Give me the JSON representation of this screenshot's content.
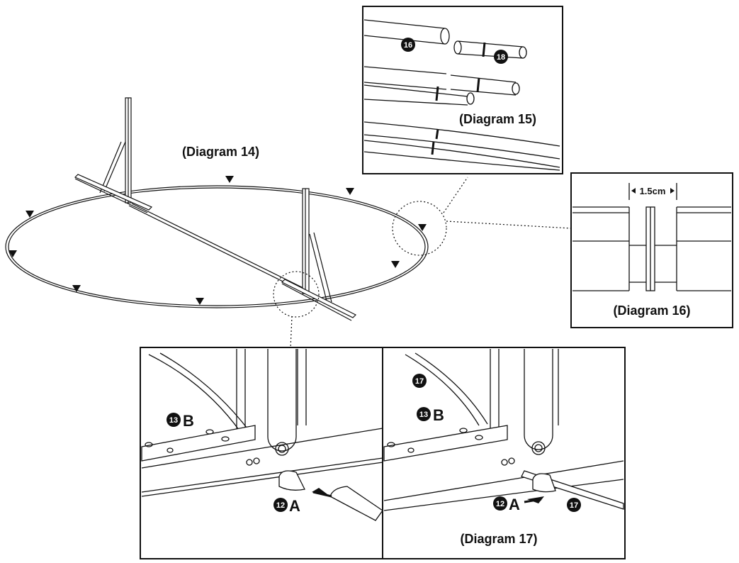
{
  "diagram14": {
    "caption": "(Diagram 14)"
  },
  "diagram15": {
    "caption": "(Diagram 15)",
    "parts": [
      "16",
      "18"
    ]
  },
  "diagram16": {
    "caption": "(Diagram 16)",
    "measurement": "1.5cm"
  },
  "diagram17": {
    "caption": "(Diagram 17)",
    "left_labels": {
      "part_13": "13",
      "letter_b": "B",
      "part_12": "12",
      "letter_a": "A"
    },
    "right_labels": {
      "part_17_top": "17",
      "part_13": "13",
      "letter_b": "B",
      "part_12": "12",
      "letter_a": "A",
      "part_17_bottom": "17"
    }
  },
  "colors": {
    "line": "#111111",
    "badge": "#111111",
    "background": "#ffffff"
  }
}
